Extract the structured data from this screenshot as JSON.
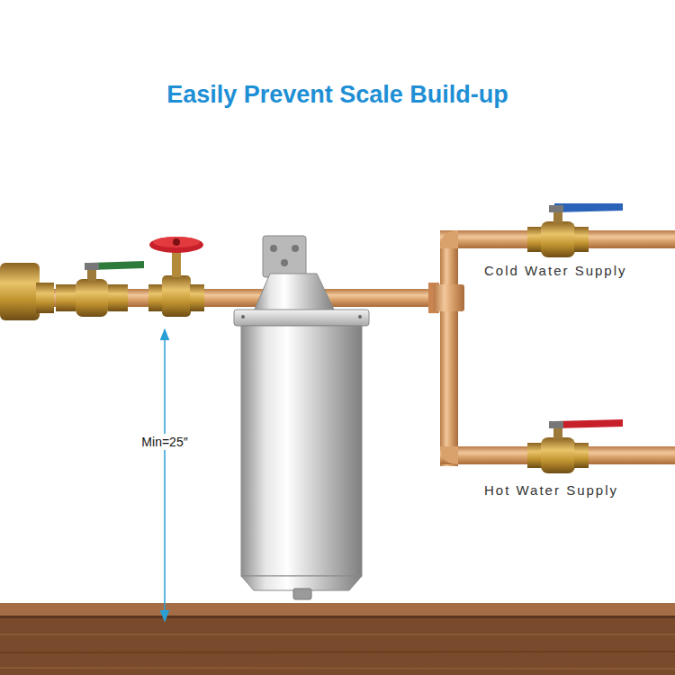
{
  "diagram": {
    "title": "Easily Prevent Scale Build-up",
    "labels": [
      "Cold Water Supply",
      "Hot Water Supply",
      "Min=25″"
    ]
  }
}
